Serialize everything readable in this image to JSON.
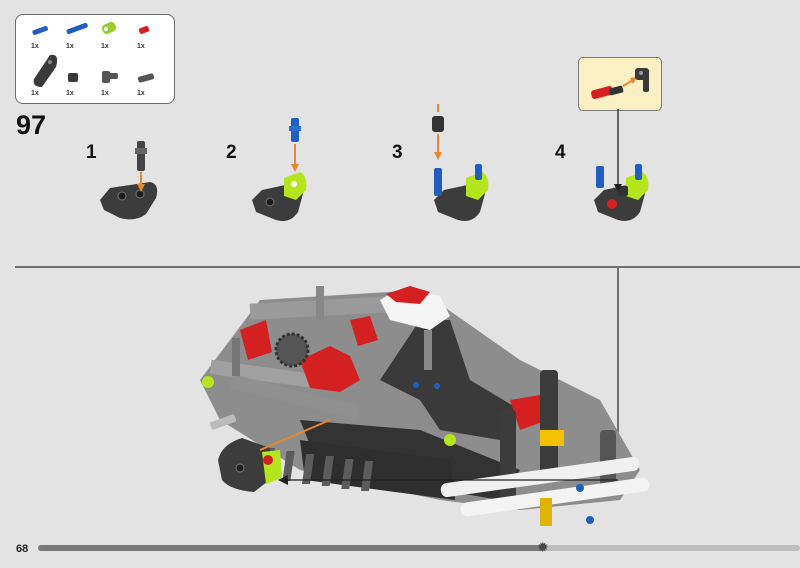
{
  "page": {
    "number": "68",
    "progress_fraction": 0.664
  },
  "parts_list": {
    "row1": [
      {
        "qty": "1x",
        "name": "blue-axle-pin-icon",
        "color": "#1f5fbf"
      },
      {
        "qty": "1x",
        "name": "long-blue-pin-icon",
        "color": "#1f5fbf"
      },
      {
        "qty": "1x",
        "name": "lime-connector-icon",
        "color": "#9acd32"
      },
      {
        "qty": "1x",
        "name": "red-axle-icon",
        "color": "#d42020"
      }
    ],
    "row2": [
      {
        "qty": "1x",
        "name": "dark-panel-icon",
        "color": "#3a3a3a"
      },
      {
        "qty": "1x",
        "name": "dark-bush-icon",
        "color": "#3a3a3a"
      },
      {
        "qty": "1x",
        "name": "gray-connector-icon",
        "color": "#555555"
      },
      {
        "qty": "1x",
        "name": "gray-pin-icon",
        "color": "#555555"
      }
    ]
  },
  "step": {
    "number": "97"
  },
  "substeps": [
    {
      "label": "1"
    },
    {
      "label": "2"
    },
    {
      "label": "3"
    },
    {
      "label": "4"
    }
  ],
  "colors": {
    "background": "#e3e3e3",
    "arrow": "#e8872b",
    "callout_bg": "#fbf0c4",
    "lime": "#b5e61d",
    "red": "#d42020",
    "blue": "#1f5fbf",
    "dark_gray": "#3c3c3c"
  }
}
